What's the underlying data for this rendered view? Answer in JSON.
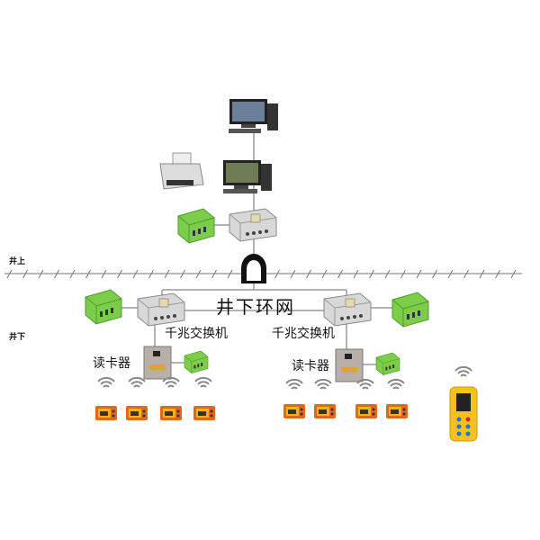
{
  "labels": {
    "above_ground": "井上",
    "underground": "井下",
    "ring_network": "井下环网",
    "switch_left": "千兆交换机",
    "switch_right": "千兆交换机",
    "reader_left": "读卡器",
    "reader_right": "读卡器"
  },
  "colors": {
    "line": "#9a9a9a",
    "green_box": "#7ccd4a",
    "switch_box": "#d4d4d4",
    "tag_orange": "#e2661b",
    "tag_yellow": "#f2b21a",
    "handheld_yellow": "#f5c21a"
  },
  "icons": [
    "desktop-computer-icon",
    "printer-icon",
    "green-junction-box-icon",
    "switch-box-icon",
    "tunnel-icon",
    "wifi-icon",
    "id-tag-icon",
    "handheld-reader-icon"
  ]
}
